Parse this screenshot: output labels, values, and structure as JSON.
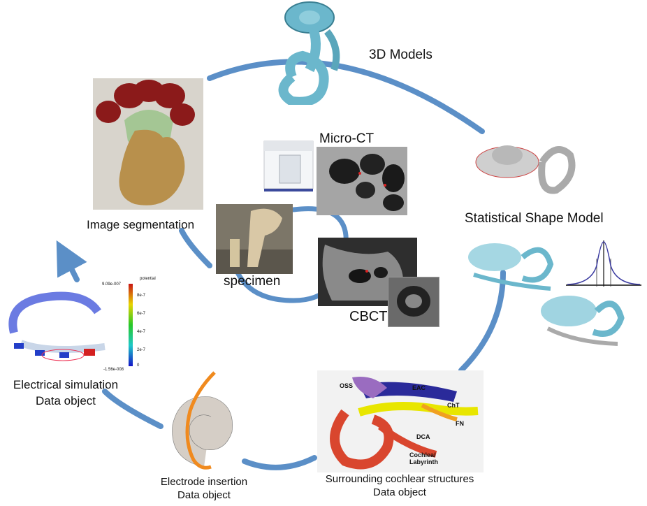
{
  "labels": {
    "models_3d": "3D Models",
    "micro_ct": "Micro-CT",
    "image_segmentation": "Image segmentation",
    "statistical_shape_model": "Statistical Shape Model",
    "specimen": "specimen",
    "cbct": "CBCT",
    "electrical_simulation": "Electrical simulation",
    "electrical_simulation_sub": "Data object",
    "electrode_insertion": "Electrode insertion",
    "electrode_insertion_sub": "Data object",
    "surrounding_structures": "Surrounding cochlear structures",
    "surrounding_structures_sub": "Data object"
  },
  "anatomy_labels": {
    "oss": "OSS",
    "eac": "EAC",
    "cht": "ChT",
    "fn": "FN",
    "dca": "DCA",
    "cochlea_1": "Cochlea/",
    "cochlea_2": "Labyrinth"
  },
  "colorbar": {
    "title": "potential",
    "ticks": [
      "9.09e-007",
      "8e-7",
      "6e-7",
      "4e-7",
      "2e-7",
      "0",
      "-1.56e-008"
    ]
  },
  "colors": {
    "cycle_arrow": "#5b8fc7",
    "labyrinth_blue": "#6bb7cc",
    "segment_red": "#8b1a1a",
    "segment_tan": "#b8904c",
    "fn_yellow": "#e8e600",
    "labyrinth_red": "#d9462e"
  }
}
